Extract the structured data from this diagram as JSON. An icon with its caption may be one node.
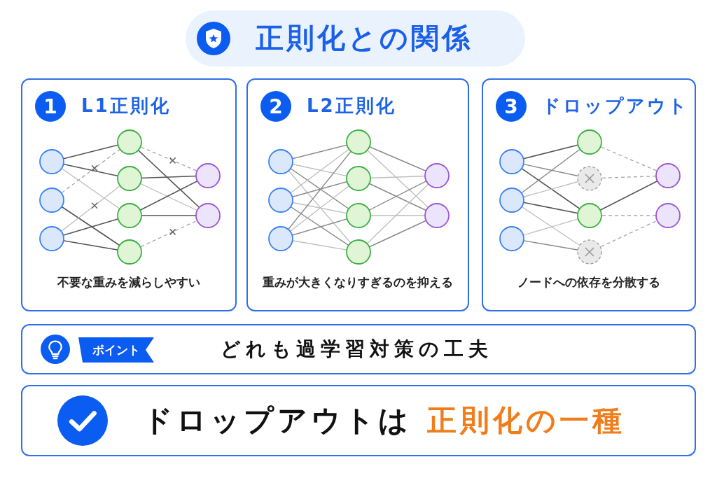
{
  "diagram": {
    "title": "正則化との関係",
    "nodes": [
      {
        "text": [
          "L1正則化",
          "不要な重みを減らしやすい"
        ]
      },
      {
        "text": [
          "1"
        ],
        "in": 0
      },
      {
        "text": [
          "L2正則化",
          "重みが大きくなりすぎるのを抑える"
        ]
      },
      {
        "text": [
          "2"
        ],
        "in": 2
      },
      {
        "text": [
          "ドロップアウト",
          "ノードへの依存を分散する"
        ]
      },
      {
        "text": [
          "3"
        ],
        "in": 4
      },
      {
        "text": [
          "どれも過学習対策の工夫"
        ]
      },
      {
        "text": [
          "ポイント"
        ],
        "in": 6
      },
      {
        "text": [
          "ドロップアウトは",
          "正則化の一種"
        ]
      }
    ]
  }
}
